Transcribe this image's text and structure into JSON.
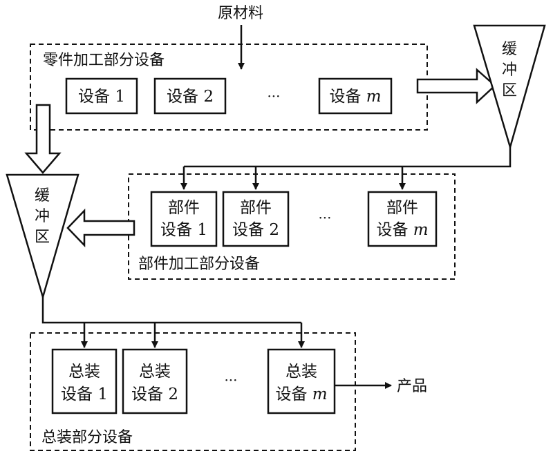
{
  "diagram": {
    "raw_material": "原材料",
    "product": "产品",
    "ellipsis": "···",
    "buffers": [
      {
        "lines": [
          "缓",
          "冲",
          "区"
        ]
      },
      {
        "lines": [
          "缓",
          "冲",
          "区"
        ]
      }
    ],
    "groups": {
      "parts_processing": {
        "label": "零件加工部分设备",
        "devices": [
          {
            "name": "设备",
            "index": "1"
          },
          {
            "name": "设备",
            "index": "2"
          },
          {
            "name": "设备",
            "index": "m"
          }
        ]
      },
      "component_processing": {
        "label": "部件加工部分设备",
        "devices": [
          {
            "line1": "部件",
            "name": "设备",
            "index": "1"
          },
          {
            "line1": "部件",
            "name": "设备",
            "index": "2"
          },
          {
            "line1": "部件",
            "name": "设备",
            "index": "m"
          }
        ]
      },
      "final_assembly": {
        "label": "总装部分设备",
        "devices": [
          {
            "line1": "总装",
            "name": "设备",
            "index": "1"
          },
          {
            "line1": "总装",
            "name": "设备",
            "index": "2"
          },
          {
            "line1": "总装",
            "name": "设备",
            "index": "m"
          }
        ]
      }
    }
  }
}
